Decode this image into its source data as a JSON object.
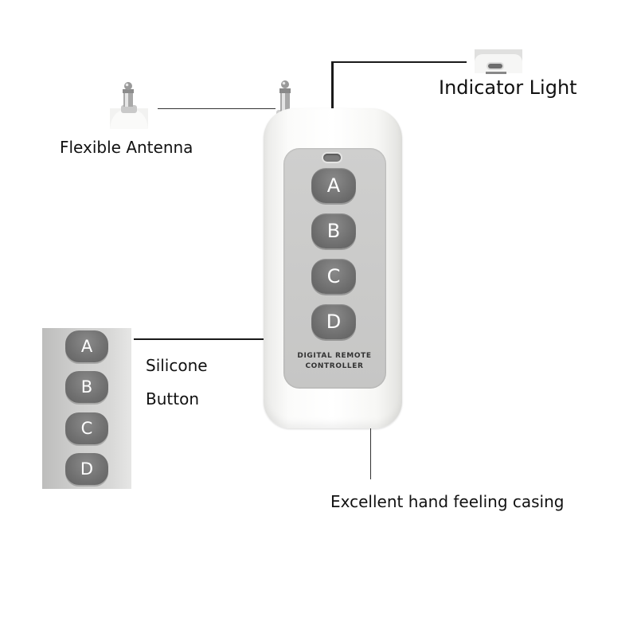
{
  "labels": {
    "indicator": "Indicator Light",
    "antenna": "Flexible Antenna",
    "silicone_1": "Silicone",
    "silicone_2": "Button",
    "casing": "Excellent hand feeling casing"
  },
  "remote": {
    "buttons": [
      "A",
      "B",
      "C",
      "D"
    ],
    "brand_line1": "DIGITAL REMOTE",
    "brand_line2": "CONTROLLER"
  },
  "inset_buttons": [
    "A",
    "B",
    "C",
    "D"
  ],
  "colors": {
    "leader_line": "#1a1a1a",
    "button_gray": "#707070",
    "panel_gray": "#c9c9c8",
    "casing_white": "#fafaf9"
  }
}
